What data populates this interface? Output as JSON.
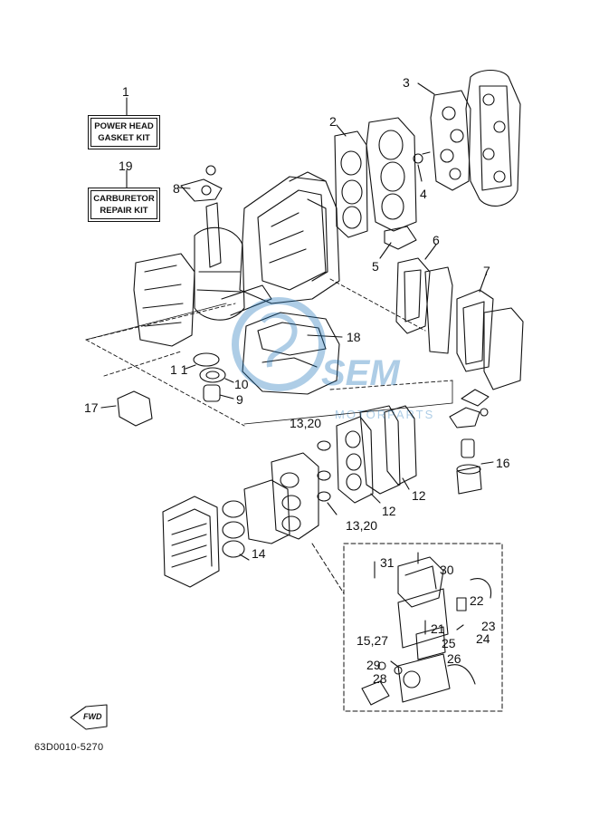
{
  "kits": [
    {
      "number": "1",
      "line1": "POWER HEAD",
      "line2": "GASKET KIT"
    },
    {
      "number": "19",
      "line1": "CARBURETOR",
      "line2": "REPAIR KIT"
    }
  ],
  "callouts": {
    "c2": "2",
    "c3": "3",
    "c4": "4",
    "c5": "5",
    "c6": "6",
    "c7": "7",
    "c8": "8",
    "c9": "9",
    "c10": "10",
    "c11": "1 1",
    "c12a": "12",
    "c12b": "12",
    "c13_20a": "13,20",
    "c13_20b": "13,20",
    "c14": "14",
    "c16": "16",
    "c17": "17",
    "c18": "18",
    "c15_27": "15,27",
    "c21": "21",
    "c22": "22",
    "c23": "23",
    "c24": "24",
    "c25": "25",
    "c26": "26",
    "c28": "28",
    "c29": "29",
    "c30": "30",
    "c31": "31"
  },
  "fwd_label": "FWD",
  "catalog_number": "63D0010-5270",
  "watermark": {
    "brand": "SEM",
    "subtitle": "MOTORPARTS",
    "color": "#1a73b8"
  }
}
